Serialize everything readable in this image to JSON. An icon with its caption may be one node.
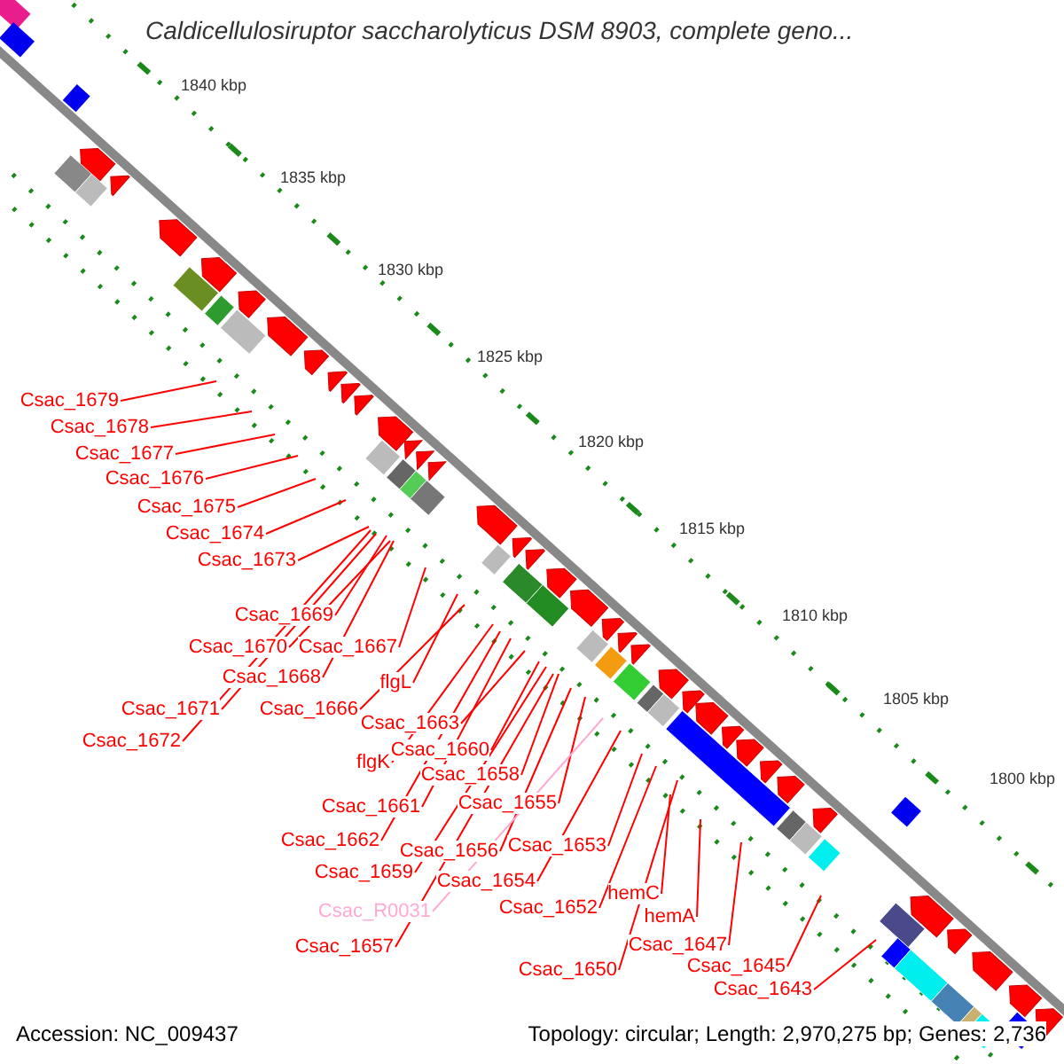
{
  "diagram": {
    "title": "Caldicellulosiruptor saccharolyticus DSM 8903, complete geno...",
    "nodes": [
      {
        "text": [
          "Csac_1679"
        ]
      },
      {
        "text": [
          "Csac_1678"
        ]
      },
      {
        "text": [
          "Csac_1677"
        ]
      },
      {
        "text": [
          "Csac_1676"
        ]
      },
      {
        "text": [
          "Csac_1675"
        ]
      },
      {
        "text": [
          "Csac_1674"
        ]
      },
      {
        "text": [
          "Csac_1673"
        ]
      },
      {
        "text": [
          "Csac_1669"
        ]
      },
      {
        "text": [
          "Csac_1670"
        ]
      },
      {
        "text": [
          "Csac_1667"
        ]
      },
      {
        "text": [
          "Csac_1668"
        ]
      },
      {
        "text": [
          "flgL"
        ]
      },
      {
        "text": [
          "Csac_1671"
        ]
      },
      {
        "text": [
          "Csac_1666"
        ]
      },
      {
        "text": [
          "Csac_1663"
        ]
      },
      {
        "text": [
          "Csac_1672"
        ]
      },
      {
        "text": [
          "Csac_1660"
        ]
      },
      {
        "text": [
          "flgK"
        ]
      },
      {
        "text": [
          "Csac_1658"
        ]
      },
      {
        "text": [
          "Csac_1655"
        ]
      },
      {
        "text": [
          "Csac_1661"
        ]
      },
      {
        "text": [
          "Csac_1662"
        ]
      },
      {
        "text": [
          "Csac_1653"
        ]
      },
      {
        "text": [
          "Csac_1656"
        ]
      },
      {
        "text": [
          "Csac_1659"
        ]
      },
      {
        "text": [
          "Csac_1654"
        ]
      },
      {
        "text": [
          "hemC"
        ]
      },
      {
        "text": [
          "Csac_1652"
        ]
      },
      {
        "text": [
          "Csac_R0031"
        ]
      },
      {
        "text": [
          "hemA"
        ]
      },
      {
        "text": [
          "Csac_1647"
        ]
      },
      {
        "text": [
          "Csac_1657"
        ]
      },
      {
        "text": [
          "Csac_1645"
        ]
      },
      {
        "text": [
          "Csac_1650"
        ]
      },
      {
        "text": [
          "Csac_1643"
        ]
      }
    ],
    "edges": [
      {
        "from": 0,
        "to": null,
        "arrow": "none"
      },
      {
        "from": 1,
        "to": null,
        "arrow": "none"
      },
      {
        "from": 2,
        "to": null,
        "arrow": "none"
      },
      {
        "from": 3,
        "to": null,
        "arrow": "none"
      },
      {
        "from": 4,
        "to": null,
        "arrow": "none"
      },
      {
        "from": 5,
        "to": null,
        "arrow": "none"
      },
      {
        "from": 6,
        "to": null,
        "arrow": "none"
      },
      {
        "from": 7,
        "to": null,
        "arrow": "none"
      },
      {
        "from": 8,
        "to": null,
        "arrow": "none"
      },
      {
        "from": 9,
        "to": null,
        "arrow": "none"
      },
      {
        "from": 10,
        "to": null,
        "arrow": "none"
      },
      {
        "from": 11,
        "to": null,
        "arrow": "none"
      },
      {
        "from": 12,
        "to": null,
        "arrow": "none"
      },
      {
        "from": 13,
        "to": null,
        "arrow": "none"
      },
      {
        "from": 14,
        "to": null,
        "arrow": "none"
      },
      {
        "from": 15,
        "to": null,
        "arrow": "none"
      },
      {
        "from": 16,
        "to": null,
        "arrow": "none"
      },
      {
        "from": 17,
        "to": null,
        "arrow": "none"
      },
      {
        "from": 18,
        "to": null,
        "arrow": "none"
      },
      {
        "from": 19,
        "to": null,
        "arrow": "none"
      },
      {
        "from": 20,
        "to": null,
        "arrow": "none"
      },
      {
        "from": 21,
        "to": null,
        "arrow": "none"
      },
      {
        "from": 22,
        "to": null,
        "arrow": "none"
      },
      {
        "from": 23,
        "to": null,
        "arrow": "none"
      },
      {
        "from": 24,
        "to": null,
        "arrow": "none"
      },
      {
        "from": 25,
        "to": null,
        "arrow": "none"
      },
      {
        "from": 26,
        "to": null,
        "arrow": "none"
      },
      {
        "from": 27,
        "to": null,
        "arrow": "none"
      },
      {
        "from": 28,
        "to": null,
        "arrow": "none",
        "color": "#ffaad4"
      },
      {
        "from": 29,
        "to": null,
        "arrow": "none"
      },
      {
        "from": 30,
        "to": null,
        "arrow": "none"
      },
      {
        "from": 31,
        "to": null,
        "arrow": "none"
      },
      {
        "from": 32,
        "to": null,
        "arrow": "none"
      },
      {
        "from": 33,
        "to": null,
        "arrow": "none"
      },
      {
        "from": 34,
        "to": null,
        "arrow": "none"
      }
    ],
    "labels": [
      "1840 kbp",
      "1835 kbp",
      "1830 kbp",
      "1825 kbp",
      "1820 kbp",
      "1815 kbp",
      "1810 kbp",
      "1805 kbp",
      "1800 kbp",
      "Accession: NC_009437",
      "Topology: circular; Length: 2,970,275 bp; Genes: 2,736"
    ]
  }
}
